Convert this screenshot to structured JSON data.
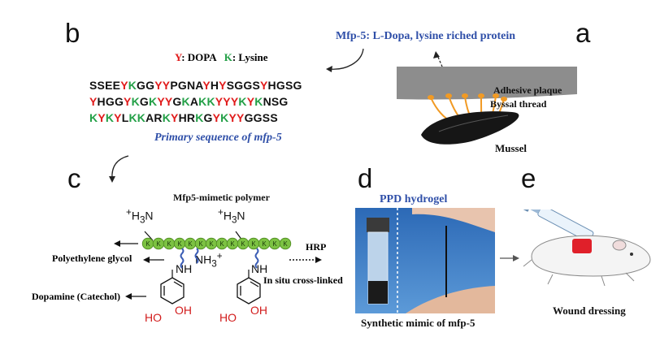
{
  "panels": {
    "a": "a",
    "b": "b",
    "c": "c",
    "d": "d",
    "e": "e"
  },
  "panel_b": {
    "legend_y": "Y",
    "legend_y_text": ": DOPA",
    "legend_k": "K",
    "legend_k_text": ": Lysine",
    "caption": "Primary sequence of mfp-5",
    "sequence_lines": [
      "SSEEYKGGYYPGNAYHYSGGSYHGSG",
      "YHGGYKGKYYGKAKKYYYKYKNSG",
      "KYKYLKKARKYHRKGYKYYGGSS"
    ],
    "colors": {
      "Y": "#e11b1b",
      "K": "#23a047",
      "other": "#111111"
    }
  },
  "panel_a": {
    "title": "Mfp-5: L-Dopa, lysine riched protein",
    "label_plaque": "Adhesive plaque",
    "label_thread": "Byssal thread",
    "label_mussel": "Mussel",
    "colors": {
      "title": "#2f4fa8",
      "surface": "#8d8d8d",
      "thread": "#f19a24"
    }
  },
  "panel_c": {
    "title": "Mfp5-mimetic polymer",
    "bead_letter": "K",
    "bead_count_left": 7,
    "bead_count_right": 7,
    "label_peg": "Polyethylene glycol",
    "label_dopamine": "Dopamine (Catechol)",
    "plus": "+",
    "h3n": "H",
    "sub3": "3",
    "n": "N",
    "nh": "NH",
    "nh3": "NH",
    "ho": "HO",
    "oh": "OH",
    "hrp": "HRP",
    "in_situ": "In situ cross-linked",
    "colors": {
      "bead": "#7cc242",
      "wave": "#3b5db5",
      "oh": "#d21c1c"
    }
  },
  "panel_d": {
    "title": "PPD hydrogel",
    "caption": "Synthetic mimic of mfp-5",
    "colors": {
      "title": "#2f4fa8"
    }
  },
  "panel_e": {
    "caption": "Wound dressing",
    "colors": {
      "dressing": "#e0202a"
    }
  }
}
